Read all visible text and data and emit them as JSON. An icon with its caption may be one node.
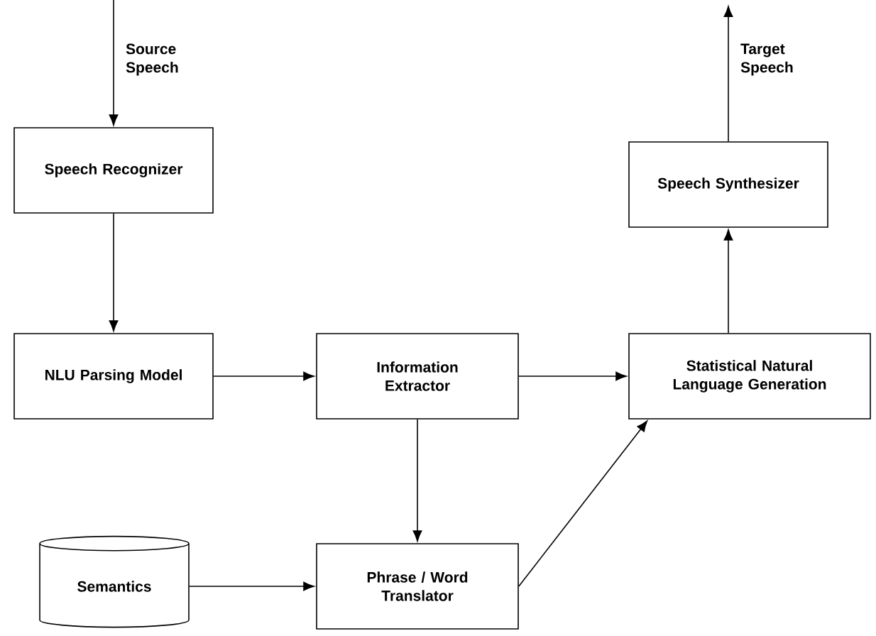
{
  "diagram": {
    "nodes": [
      {
        "text": [
          "Speech Recognizer"
        ]
      },
      {
        "text": [
          "NLU Parsing Model"
        ]
      },
      {
        "text": [
          "Information Extractor"
        ]
      },
      {
        "text": [
          "Statistical Natural Language Generation"
        ]
      },
      {
        "text": [
          "Speech Synthesizer"
        ]
      },
      {
        "text": [
          "Semantics"
        ]
      },
      {
        "text": [
          "Phrase / Word Translator"
        ]
      }
    ],
    "edges": [
      {
        "from": null,
        "to": 0,
        "arrow": "to",
        "label": "Source Speech"
      },
      {
        "from": 0,
        "to": 1,
        "arrow": "to"
      },
      {
        "from": 1,
        "to": 2,
        "arrow": "to"
      },
      {
        "from": 2,
        "to": 3,
        "arrow": "to"
      },
      {
        "from": 2,
        "to": 6,
        "arrow": "to"
      },
      {
        "from": 5,
        "to": 6,
        "arrow": "to"
      },
      {
        "from": 6,
        "to": 3,
        "arrow": "to"
      },
      {
        "from": 3,
        "to": 4,
        "arrow": "to"
      },
      {
        "from": 4,
        "to": null,
        "arrow": "to",
        "label": "Target Speech"
      }
    ]
  }
}
